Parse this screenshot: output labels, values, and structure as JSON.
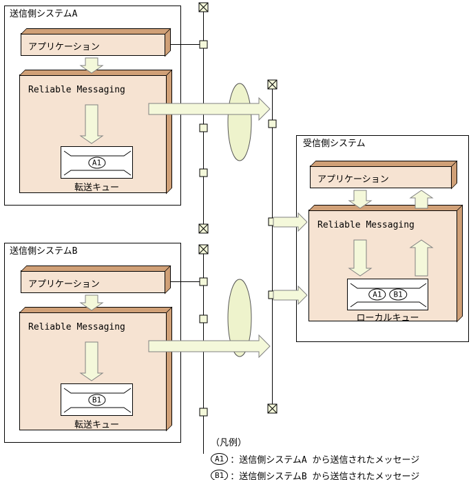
{
  "colors": {
    "box_front": "#f6e3d2",
    "box_side": "#d0a077",
    "arrow_fill": "#f4f8da",
    "channel_fill": "#eef3cc",
    "line": "#000000"
  },
  "sender_a": {
    "title": "送信側システムA",
    "app": "アプリケーション",
    "rm": "Reliable Messaging",
    "queue": "転送キュー",
    "message": "A1"
  },
  "sender_b": {
    "title": "送信側システムB",
    "app": "アプリケーション",
    "rm": "Reliable Messaging",
    "queue": "転送キュー",
    "message": "B1"
  },
  "receiver": {
    "title": "受信側システム",
    "app": "アプリケーション",
    "rm": "Reliable Messaging",
    "queue": "ローカルキュー",
    "messages": [
      "A1",
      "B1"
    ]
  },
  "legend": {
    "title": "（凡例）",
    "items": [
      {
        "symbol": "A1",
        "text": "：送信側システムA から送信されたメッセージ"
      },
      {
        "symbol": "B1",
        "text": "：送信側システムB から送信されたメッセージ"
      }
    ]
  }
}
